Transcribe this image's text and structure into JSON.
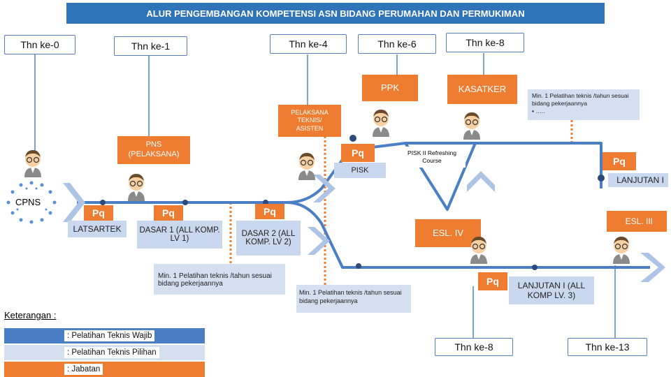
{
  "title": "ALUR PENGEMBANGAN KOMPETENSI ASN BIDANG PERUMAHAN DAN PERMUKIMAN",
  "years_top": [
    "Thn ke-0",
    "Thn ke-1",
    "Thn ke-4",
    "Thn ke-6",
    "Thn ke-8"
  ],
  "years_bottom": [
    "Thn ke-8",
    "Thn ke-13"
  ],
  "roles": {
    "ppk": "PPK",
    "kasatker": "KASATKER",
    "pelaksana_teknis": "PELAKSANA TEKNIS/ ASISTEN",
    "pns": "PNS (PELAKSANA)",
    "cpns": "CPNS",
    "esl4": "ESL. IV",
    "esl3": "ESL. III"
  },
  "pq_label": "Pq",
  "stages": {
    "latsartek": "LATSARTEK",
    "dasar1": "DASAR 1 (ALL KOMP. LV 1)",
    "dasar2": "DASAR 2 (ALL KOMP. LV 2)",
    "pisk": "PISK",
    "pisk2": "PISK II Refreshing Course",
    "lanjutan1_top": "LANJUTAN I",
    "lanjutan1": "LANJUTAN I (ALL KOMP LV. 3)"
  },
  "notes": {
    "note1": "Min. 1 Pelatihan teknis /tahun sesuai bidang pekerjaannya",
    "note2": "Min. 1 Pelatihan teknis /tahun sesuai bidang pekerjaannya",
    "note3_main": "Min. 1 Pelatihan teknis /tahun sesuai bidang pekerjaannya",
    "note3_bullet": "▪ ….."
  },
  "legend": {
    "heading": "Keterangan :",
    "items": [
      ": Pelatihan Teknis Wajib",
      ": Pelatihan Teknis Pilihan",
      ": Jabatan"
    ]
  },
  "colors": {
    "blue": "#4a7fc6",
    "dark_blue": "#2f73b9",
    "light_blue": "#d4dff0",
    "orange": "#ef7d31"
  }
}
